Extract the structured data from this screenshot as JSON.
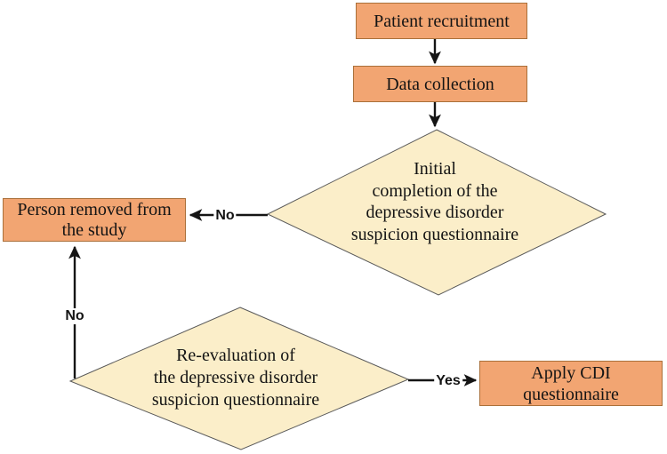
{
  "flowchart": {
    "nodes": {
      "patient_recruitment": {
        "label": "Patient recruitment",
        "shape": "rectangle"
      },
      "data_collection": {
        "label": "Data collection",
        "shape": "rectangle"
      },
      "initial_completion": {
        "label": "Initial\ncompletion of the\ndepressive disorder\nsuspicion questionnaire",
        "shape": "diamond"
      },
      "person_removed": {
        "label": "Person removed from\nthe study",
        "shape": "rectangle"
      },
      "reevaluation": {
        "label": "Re-evaluation of\nthe depressive disorder\nsuspicion questionnaire",
        "shape": "diamond"
      },
      "apply_cdi": {
        "label": "Apply CDI\nquestionnaire",
        "shape": "rectangle"
      }
    },
    "edge_labels": {
      "initial_no": "No",
      "reevaluation_no": "No",
      "reevaluation_yes": "Yes"
    },
    "colors": {
      "process_fill": "#f2a572",
      "process_border": "#aa703a",
      "decision_fill": "#fbeec9",
      "decision_border": "#595959",
      "arrow": "#151515",
      "background": "#ffffff"
    }
  }
}
